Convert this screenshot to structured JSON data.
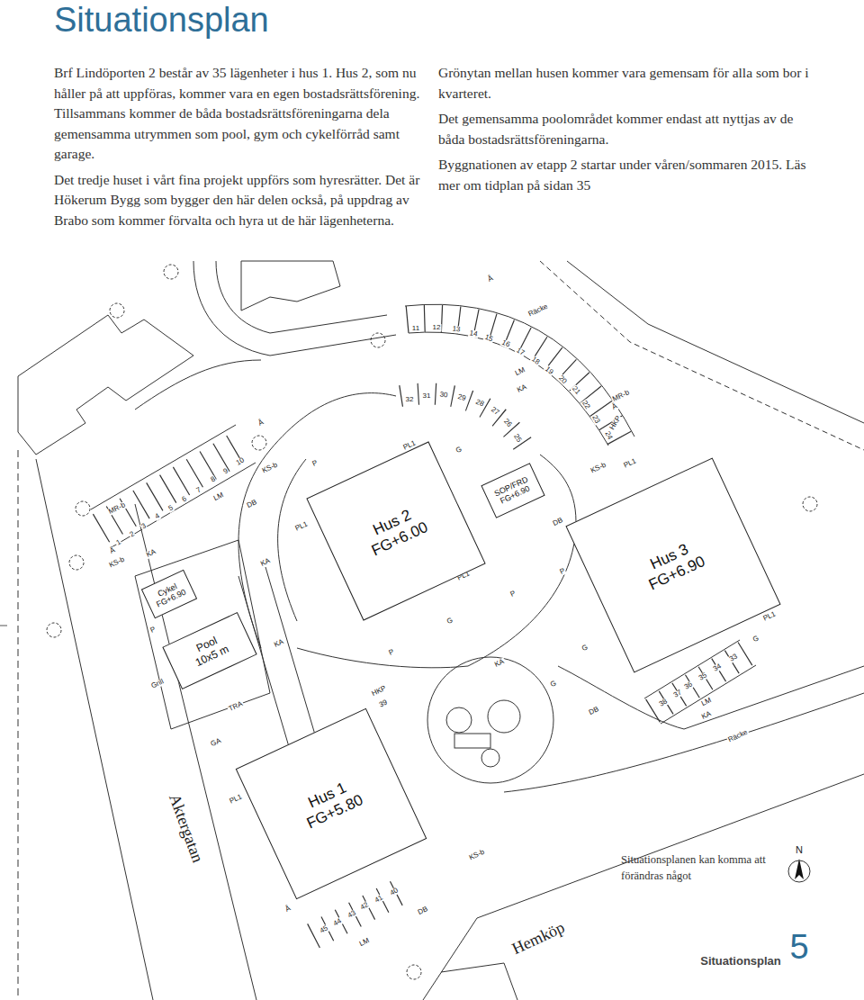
{
  "diagram": {
    "title": "Situationsplan",
    "caption": "Situationsplanen kan komma att förändras något",
    "nodes": [
      {
        "text": [
          "Hus 2",
          "FG+6.00"
        ]
      },
      {
        "text": [
          "SOP/FRD",
          "FG+6.90"
        ]
      },
      {
        "text": [
          "Cykel",
          "FG+6.90"
        ]
      },
      {
        "text": [
          "Pool",
          "10x5 m"
        ]
      },
      {
        "text": [
          "Hus 3",
          "FG+6.90"
        ]
      },
      {
        "text": [
          "Hus 1",
          "FG+5.80"
        ]
      }
    ],
    "labels": [
      "Brf Lindöporten 2 består av 35 lägenheter i hus 1. Hus 2, som nu håller på att uppföras, kommer vara en egen bostadsrättsförening. Tillsammans kommer de båda bostadsrättsföreningarna dela gemensamma utrymmen som pool, gym och cykelförråd samt garage.",
      "Det tredje huset i vårt fina projekt uppförs som hyresrätter. Det är Hökerum Bygg som bygger den här delen också, på uppdrag av Brabo som kommer förvalta och hyra ut de här lägenheterna.",
      "Grönytan mellan husen kommer vara gemensam för alla som bor i kvarteret.",
      "Det gemensamma poolområdet kommer endast att nyttjas av de båda bostadsrättsföreningarna.",
      "Byggnationen av etapp 2 startar under våren/sommaren 2015. Läs mer om tidplan på sidan 35",
      "1",
      "2",
      "3",
      "4",
      "5",
      "6",
      "7",
      "8",
      "9",
      "10",
      "11",
      "12",
      "13",
      "14",
      "15",
      "16",
      "17",
      "18",
      "19",
      "20",
      "21",
      "22",
      "23",
      "24",
      "32",
      "31",
      "30",
      "29",
      "28",
      "27",
      "26",
      "25",
      "38",
      "37",
      "36",
      "35",
      "34",
      "33",
      "45",
      "44",
      "43",
      "42",
      "41",
      "40",
      "39",
      "HKP",
      "HKP",
      "Aktergatan",
      "Hemköp",
      "KA",
      "KA",
      "KA",
      "KA",
      "KA",
      "KA",
      "Å",
      "Å",
      "Å",
      "Å",
      "Å",
      "Å",
      "LM",
      "LM",
      "LM",
      "LM",
      "Räcke",
      "Räcke",
      "PL1",
      "PL1",
      "PL1",
      "PL1",
      "PL1",
      "PL1",
      "PL1",
      "PL1",
      "G",
      "G",
      "G",
      "G",
      "G",
      "P",
      "P",
      "P",
      "P",
      "P",
      "GA",
      "TRA",
      "Grill",
      "DB",
      "DB",
      "DB",
      "DB",
      "MR-b",
      "MR-b",
      "KS-b",
      "KS-b",
      "KS-b",
      "KS-b",
      "N",
      "Situationsplan",
      "5"
    ]
  }
}
